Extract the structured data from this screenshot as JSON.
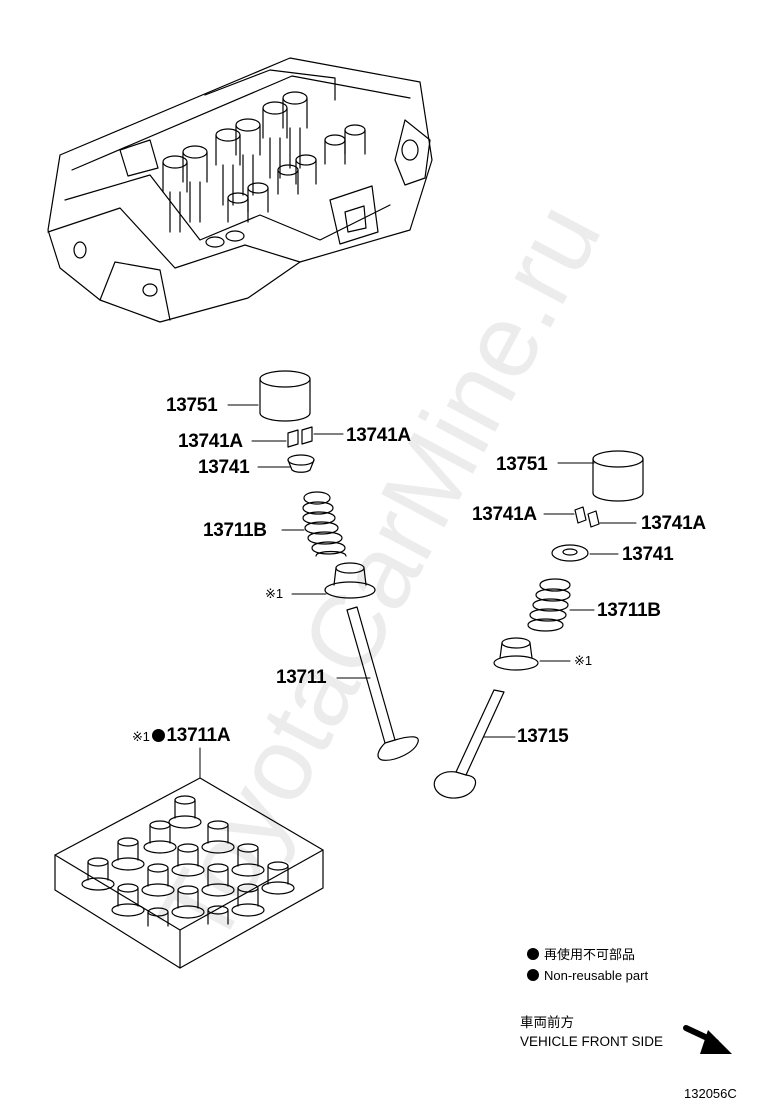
{
  "watermark": "ToyotaCarMine.ru",
  "parts": {
    "p13751_a": "13751",
    "p13741a_a1": "13741A",
    "p13741a_a2": "13741A",
    "p13741_a": "13741",
    "p13711b_a": "13711B",
    "p13711": "13711",
    "p13711a": "13711A",
    "p13751_b": "13751",
    "p13741a_b1": "13741A",
    "p13741a_b2": "13741A",
    "p13741_b": "13741",
    "p13711b_b": "13711B",
    "p13715": "13715"
  },
  "marks": {
    "ref_mark": "※1"
  },
  "legend": {
    "non_reusable_jp": "再使用不可部品",
    "non_reusable_en": "Non-reusable part"
  },
  "direction": {
    "front_jp": "車両前方",
    "front_en": "VEHICLE FRONT SIDE"
  },
  "diagram_code": "132056C",
  "colors": {
    "ink": "#000000",
    "background": "#ffffff"
  }
}
